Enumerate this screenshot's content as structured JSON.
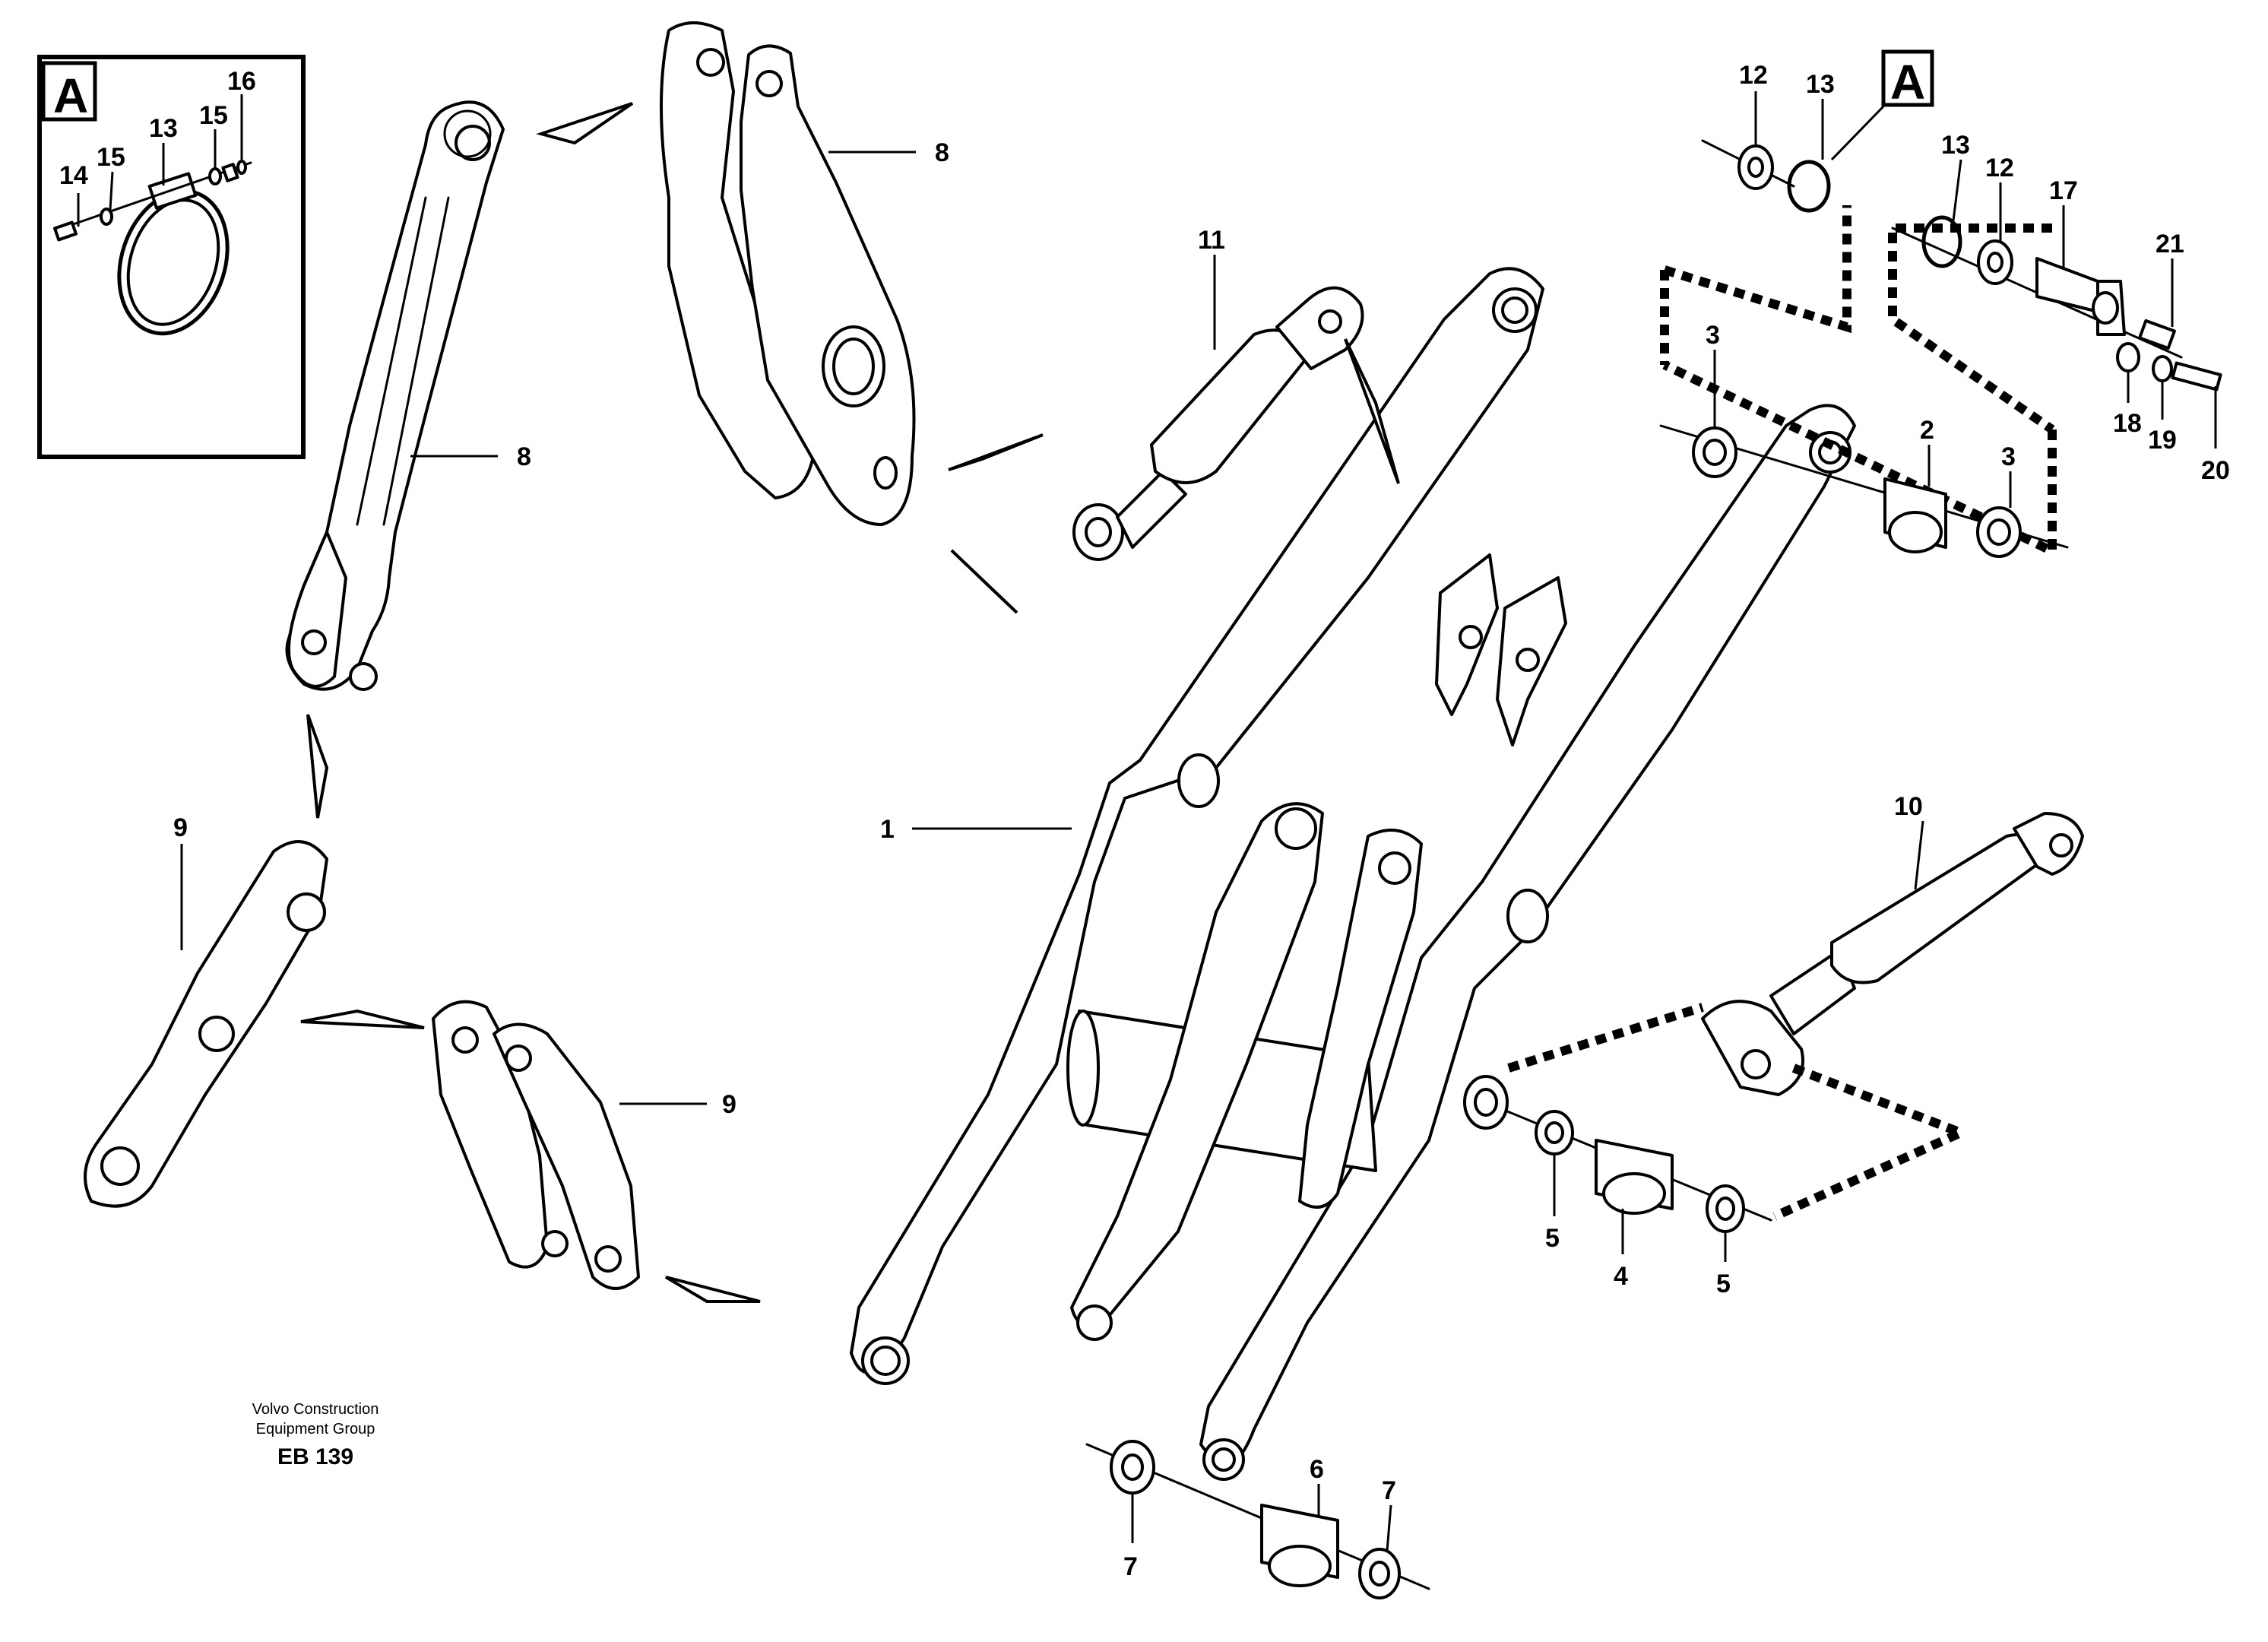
{
  "detail_marker": {
    "letter": "A"
  },
  "callouts": {
    "c1": "1",
    "c2": "2",
    "c3a": "3",
    "c3b": "3",
    "c4": "4",
    "c5a": "5",
    "c5b": "5",
    "c6": "6",
    "c7a": "7",
    "c7b": "7",
    "c8a": "8",
    "c8b": "8",
    "c9a": "9",
    "c9b": "9",
    "c10": "10",
    "c11": "11",
    "c12a": "12",
    "c12b": "12",
    "c13a": "13",
    "c13b": "13",
    "c13c": "13",
    "c14": "14",
    "c15a": "15",
    "c15b": "15",
    "c16": "16",
    "c17": "17",
    "c18": "18",
    "c19": "19",
    "c20": "20",
    "c21": "21"
  },
  "footer": {
    "line1": "Volvo Construction",
    "line2": "Equipment Group",
    "code": "EB 139"
  }
}
